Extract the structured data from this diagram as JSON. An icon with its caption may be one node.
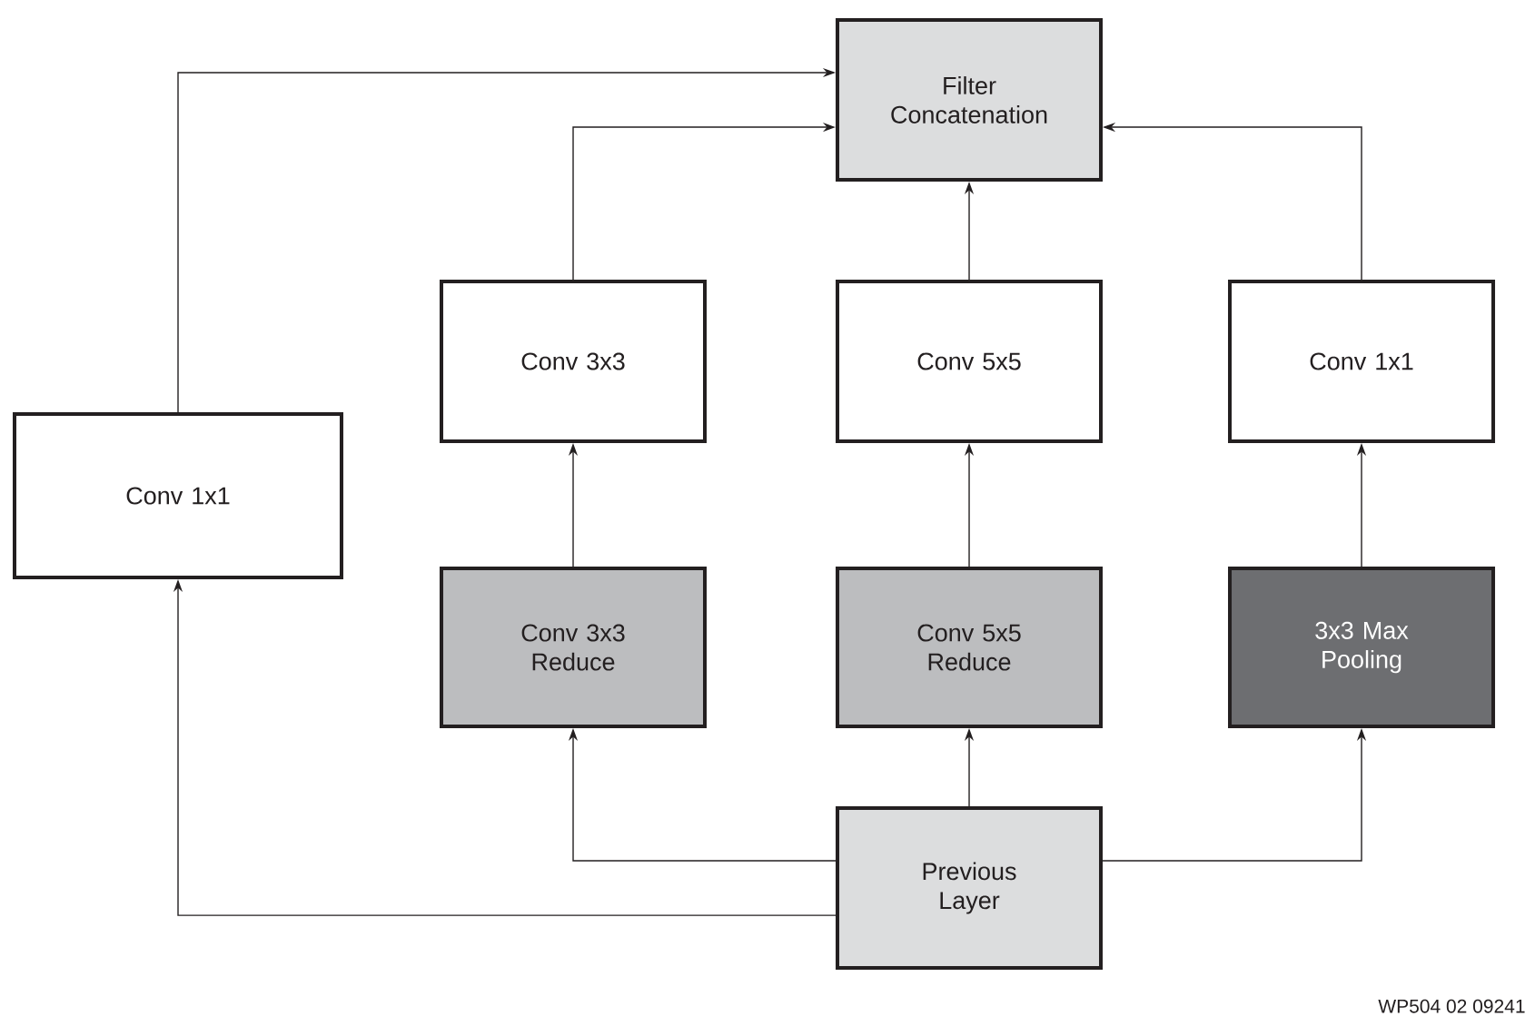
{
  "diagram": {
    "nodes": [
      {
        "text": [
          "Filter Concatenation"
        ]
      },
      {
        "text": [
          "Conv 1x1"
        ]
      },
      {
        "text": [
          "Conv 3x3"
        ]
      },
      {
        "text": [
          "Conv 5x5"
        ]
      },
      {
        "text": [
          "Conv 1x1"
        ]
      },
      {
        "text": [
          "Conv 3x3 Reduce"
        ]
      },
      {
        "text": [
          "Conv 5x5 Reduce"
        ]
      },
      {
        "text": [
          "3x3 Max Pooling"
        ]
      },
      {
        "text": [
          "Previous Layer"
        ]
      }
    ],
    "edges": [
      {
        "from": 1,
        "to": 0,
        "arrow": "to"
      },
      {
        "from": 2,
        "to": 0,
        "arrow": "to"
      },
      {
        "from": 3,
        "to": 0,
        "arrow": "to"
      },
      {
        "from": 4,
        "to": 0,
        "arrow": "to"
      },
      {
        "from": 5,
        "to": 2,
        "arrow": "to"
      },
      {
        "from": 6,
        "to": 3,
        "arrow": "to"
      },
      {
        "from": 7,
        "to": 4,
        "arrow": "to"
      },
      {
        "from": 8,
        "to": 1,
        "arrow": "to"
      },
      {
        "from": 8,
        "to": 5,
        "arrow": "to"
      },
      {
        "from": 8,
        "to": 6,
        "arrow": "to"
      },
      {
        "from": 8,
        "to": 7,
        "arrow": "to"
      }
    ],
    "labels": [
      "WP504 02 09241"
    ]
  }
}
